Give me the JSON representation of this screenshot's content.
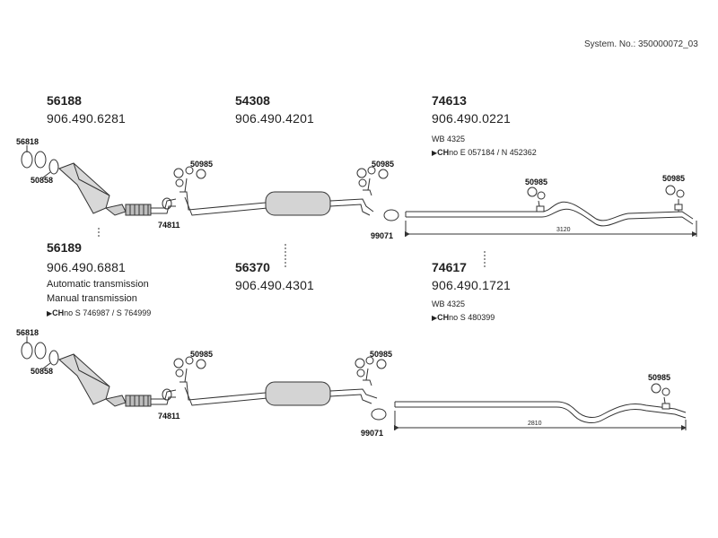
{
  "system_no": "System. No.: 350000072_03",
  "groups": {
    "g1": {
      "code": "56188",
      "number": "906.490.6281"
    },
    "g2": {
      "code": "54308",
      "number": "906.490.4201"
    },
    "g3": {
      "code": "74613",
      "number": "906.490.0221",
      "wb": "WB 4325",
      "ch_prefix": "CH",
      "ch_suffix": "no",
      "ch_text": "E 057184 / N 452362"
    },
    "g4": {
      "code": "56189",
      "number": "906.490.6881",
      "line1": "Automatic transmission",
      "line2": "Manual transmission",
      "ch_prefix": "CH",
      "ch_suffix": "no",
      "ch_text": "S 746987 / S 764999"
    },
    "g5": {
      "code": "56370",
      "number": "906.490.4301"
    },
    "g6": {
      "code": "74617",
      "number": "906.490.1721",
      "wb": "WB 4325",
      "ch_prefix": "CH",
      "ch_suffix": "no",
      "ch_text": "S 480399"
    }
  },
  "parts_top": {
    "p56818": "56818",
    "p50858": "50858",
    "p74811": "74811",
    "p50985a": "50985",
    "p50985b": "50985",
    "p50985c": "50985",
    "p50985d": "50985",
    "p99071": "99071",
    "dim": "3120"
  },
  "parts_bottom": {
    "p56818": "56818",
    "p50858": "50858",
    "p74811": "74811",
    "p50985a": "50985",
    "p50985b": "50985",
    "p50985c": "50985",
    "p99071": "99071",
    "dim": "2810"
  }
}
